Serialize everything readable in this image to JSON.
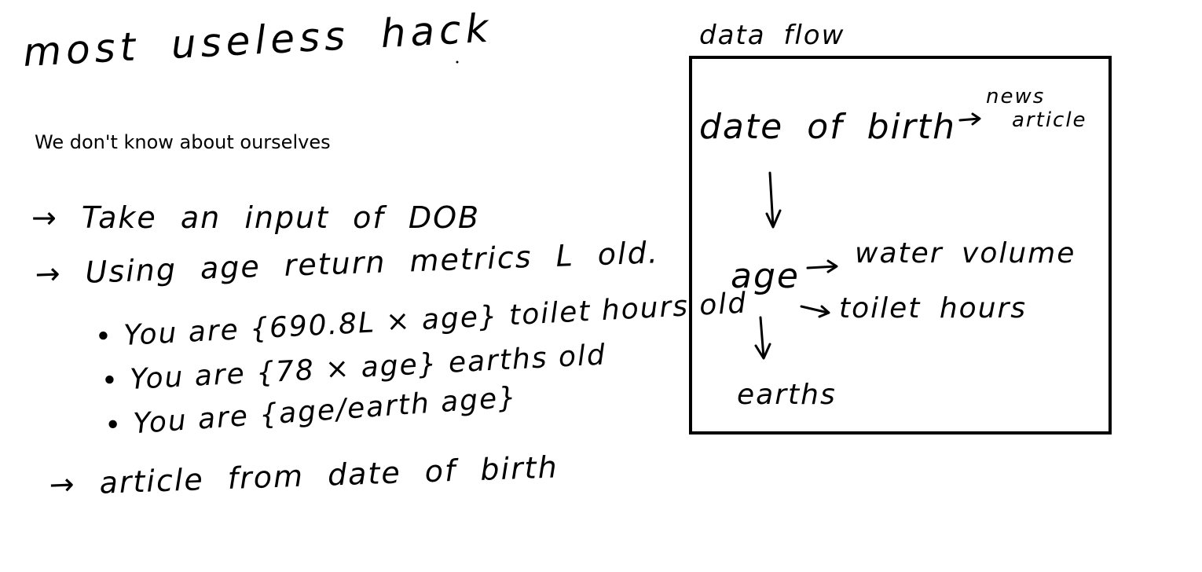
{
  "notes": {
    "title": "most useless hack",
    "subtitle": "We don't know about ourselves",
    "line1": "→ Take an input of DOB",
    "line2": "→ Using age return metrics L old.",
    "bullet1": "• You are {690.8L × age} toilet hours old",
    "bullet2": "• You are {78 × age} earths old",
    "bullet3": "• You are {age/earth age}",
    "line3": "→ article from date of birth"
  },
  "flow": {
    "label": "data flow",
    "nodes": {
      "dob": "date of birth",
      "news": "news",
      "article": "article",
      "age": "age",
      "water": "water volume",
      "toilet": "toilet hours",
      "earths": "earths"
    }
  }
}
